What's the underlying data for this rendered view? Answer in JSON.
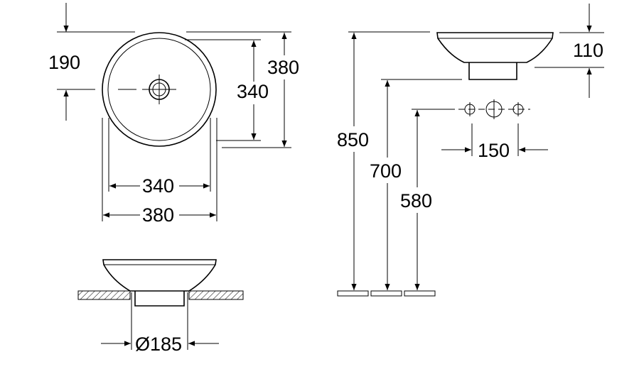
{
  "dimensions": {
    "top_offset": "190",
    "inner_diameter_vertical": "340",
    "outer_diameter_vertical": "380",
    "inner_diameter_horizontal": "340",
    "outer_diameter_horizontal": "380",
    "base_diameter": "Ø185",
    "total_height": "850",
    "counter_height": "700",
    "tap_height": "580",
    "bowl_height": "110",
    "tap_spacing": "150"
  }
}
